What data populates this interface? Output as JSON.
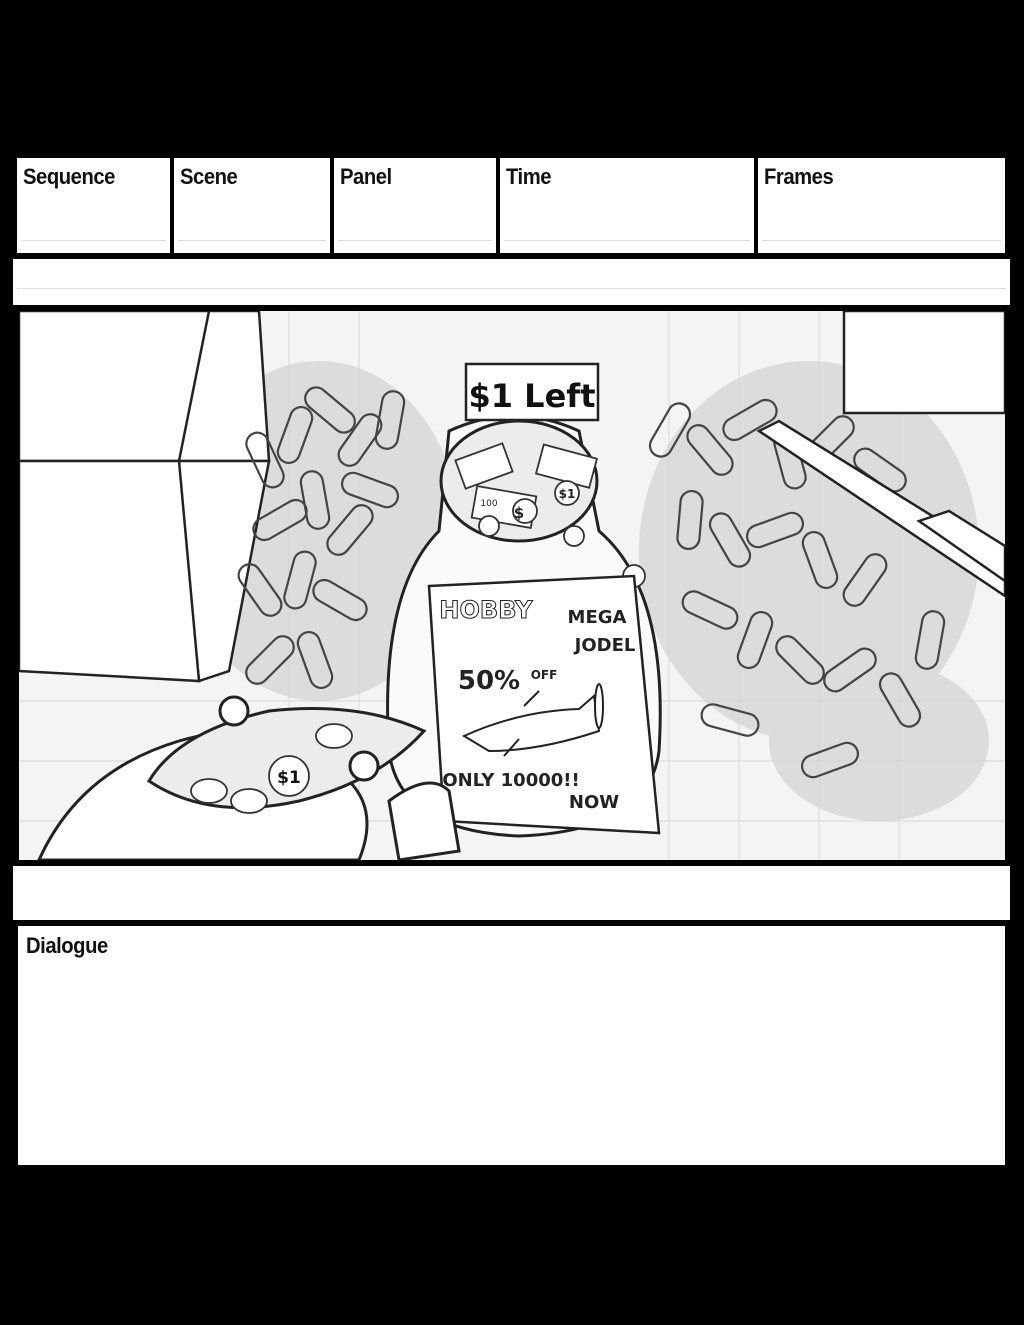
{
  "header": {
    "sequence_label": "Sequence",
    "scene_label": "Scene",
    "panel_label": "Panel",
    "time_label": "Time",
    "frames_label": "Frames"
  },
  "panel_drawing": {
    "jar_tag_text": "$1 Left",
    "coin_text": "$1",
    "bill_symbol": "$",
    "bill_value": "100",
    "ad_lines": [
      "HOBBY",
      "MEGA",
      "JODEL",
      "50%",
      "OFF",
      "ONLY 10000!!",
      "NOW"
    ]
  },
  "dialogue": {
    "label": "Dialogue",
    "text": ""
  },
  "colors": {
    "frame": "#000000",
    "paper": "#ffffff",
    "sketch_line": "#222222",
    "sketch_shadow": "#c8c8c8"
  }
}
